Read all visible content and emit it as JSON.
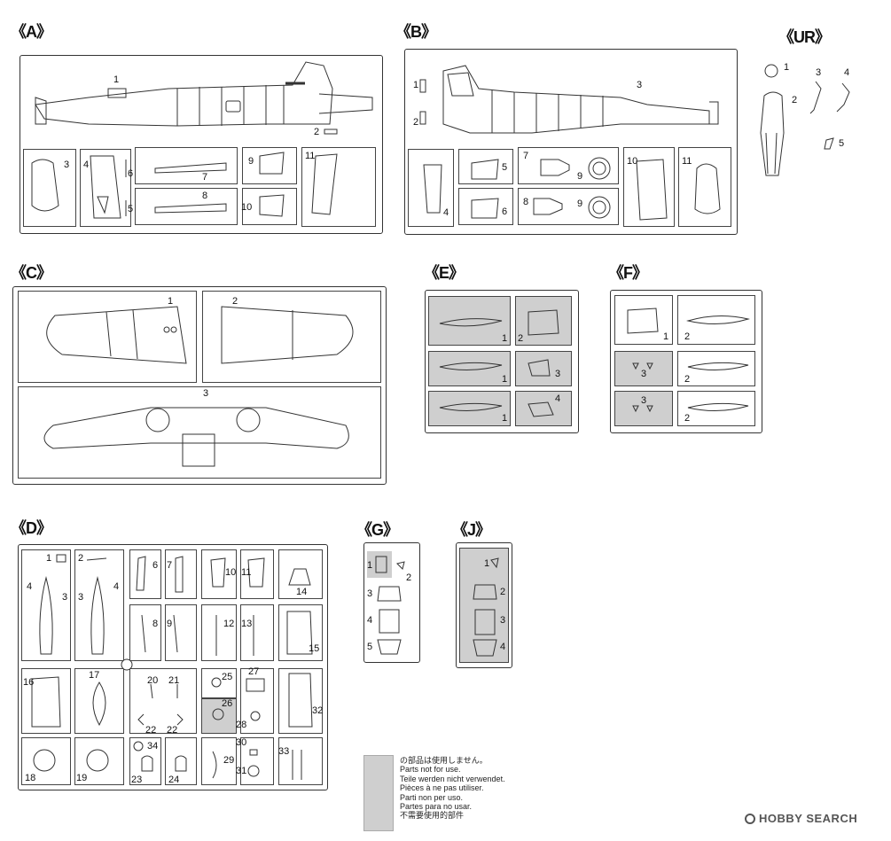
{
  "sprues": {
    "A": {
      "label": "《A》",
      "parts": [
        "1",
        "2",
        "3",
        "4",
        "5",
        "6",
        "7",
        "8",
        "9",
        "10",
        "11"
      ]
    },
    "B": {
      "label": "《B》",
      "parts": [
        "1",
        "2",
        "3",
        "4",
        "5",
        "6",
        "7",
        "8",
        "9",
        "9",
        "10",
        "11"
      ]
    },
    "UR": {
      "label": "《UR》",
      "parts": [
        "1",
        "2",
        "3",
        "4",
        "5"
      ]
    },
    "C": {
      "label": "《C》",
      "parts": [
        "1",
        "2",
        "3"
      ]
    },
    "E": {
      "label": "《E》",
      "parts": [
        "1",
        "2",
        "1",
        "3",
        "1",
        "4"
      ]
    },
    "F": {
      "label": "《F》",
      "parts": [
        "1",
        "2",
        "3",
        "2",
        "3",
        "2"
      ]
    },
    "D": {
      "label": "《D》",
      "parts": [
        "1",
        "2",
        "4",
        "3",
        "3",
        "4",
        "6",
        "7",
        "10",
        "11",
        "14",
        "8",
        "9",
        "12",
        "13",
        "15",
        "16",
        "17",
        "20",
        "21",
        "22",
        "22",
        "25",
        "26",
        "27",
        "28",
        "32",
        "18",
        "19",
        "34",
        "23",
        "24",
        "29",
        "30",
        "31",
        "33"
      ]
    },
    "G": {
      "label": "《G》",
      "parts": [
        "1",
        "2",
        "3",
        "4",
        "5"
      ]
    },
    "J": {
      "label": "《J》",
      "parts": [
        "1",
        "2",
        "3",
        "4"
      ]
    }
  },
  "legend": {
    "lines": [
      "の部品は使用しません。",
      "Parts not for use.",
      "Teile werden nicht verwendet.",
      "Pièces à ne pas utiliser.",
      "Parti non per uso.",
      "Partes para no usar.",
      "不需要使用的部件"
    ]
  },
  "brand": {
    "text": "HOBBY SEARCH"
  },
  "colors": {
    "unused_fill": "#cfcfcf",
    "line": "#333333"
  }
}
